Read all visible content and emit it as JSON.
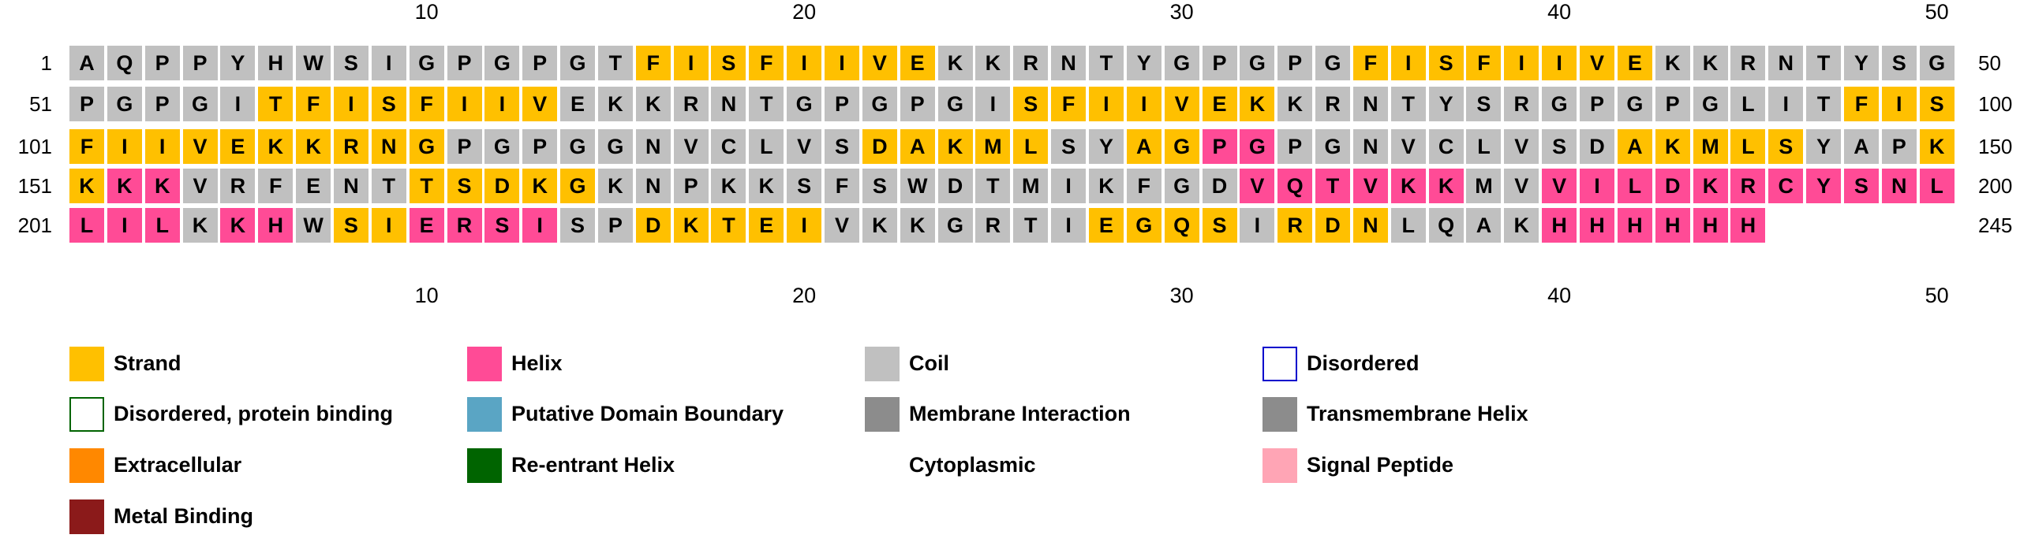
{
  "ruler": {
    "top": [
      "10",
      "20",
      "30",
      "40",
      "50"
    ],
    "bottom": [
      "10",
      "20",
      "30",
      "40",
      "50"
    ]
  },
  "sequence": {
    "residues": "AQPPYHWSIGPGPGTFISFIIVEKKRNTYGPGPGFISFIIVEKKRNTYSGPGPGITFISFIIVEKKRNTGPGPGISFIIVEKKRNTYSRGPGPGLITFISFIIVEKKRNGPGPGGNVCLVSDAKMLSYAGPGPGNVCLVSDAKMLSYAPKKKKVRFENTTSDKGKNPKKSFSWDTMIKFGDVQTVKKMVVILDKRCYSNLLILKKHWSIERSISPDKTEIVKKGRTIEGQSIRDNLQAKHHHHHH",
    "structure": "CCCCCCCCCCCCCCCSSSSSSSSCCCCCCCCCCCSSSSSSSSCCCCCCCCCCCCCSSSSSSSSCCCCCCCCCCCCSSSSSSSCCCCCCCCCCCCCCCSSSSSSSSSSSSSCCCCCCCCCCCSSSSSCCSSHHCCCCCCCCCSSSSSCCCSSHHCCCCCCSSSSSCCCCCCCCCCCCCCCCCHHHHHHCCHHHHHHHHHHHHHHCHHCSSHHHHCCSSSSSCCCCCCCSSSSCSSSCCCCHHHHHHHHCCCCCC",
    "rows": [
      {
        "start": "1",
        "end": "50"
      },
      {
        "start": "51",
        "end": "100"
      },
      {
        "start": "101",
        "end": "150"
      },
      {
        "start": "151",
        "end": "200"
      },
      {
        "start": "201",
        "end": "245"
      }
    ],
    "colors": {
      "S": "#ffc000",
      "H": "#ff4b96",
      "C": "#c0c0c0"
    }
  },
  "legend": [
    {
      "label": "Strand",
      "color": "#ffc000",
      "style": "fill"
    },
    {
      "label": "Helix",
      "color": "#ff4b96",
      "style": "fill"
    },
    {
      "label": "Coil",
      "color": "#c0c0c0",
      "style": "fill"
    },
    {
      "label": "Disordered",
      "color": "#0000cc",
      "style": "outline"
    },
    {
      "label": "Disordered, protein binding",
      "color": "#006400",
      "style": "outline"
    },
    {
      "label": "Putative Domain Boundary",
      "color": "#5aa5c4",
      "style": "fill"
    },
    {
      "label": "Membrane Interaction",
      "color": "#8c8c8c",
      "style": "fill"
    },
    {
      "label": "Transmembrane Helix",
      "color": "#8c8c8c",
      "style": "fill"
    },
    {
      "label": "Extracellular",
      "color": "#ff8800",
      "style": "fill"
    },
    {
      "label": "Re-entrant Helix",
      "color": "#006400",
      "style": "fill"
    },
    {
      "label": "Cytoplasmic",
      "color": "#ffffff",
      "style": "none"
    },
    {
      "label": "Signal Peptide",
      "color": "#ffa5b5",
      "style": "fill"
    },
    {
      "label": "Metal Binding",
      "color": "#8b1a1a",
      "style": "fill"
    }
  ]
}
